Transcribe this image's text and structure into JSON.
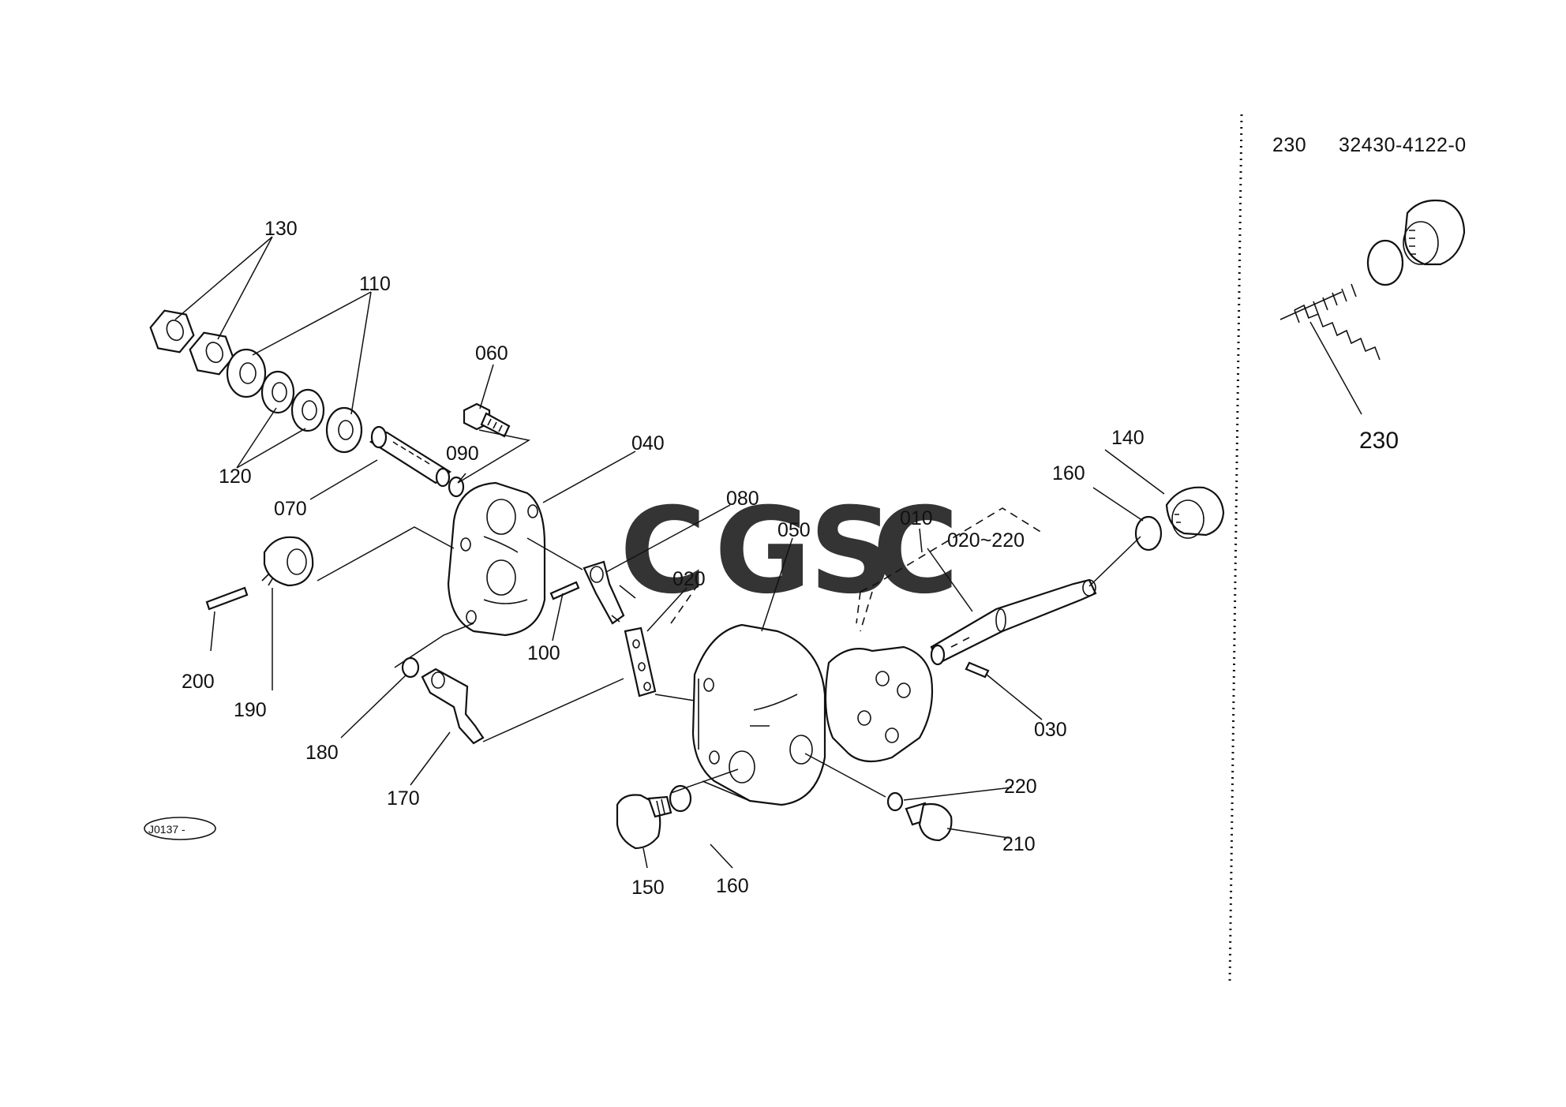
{
  "diagram": {
    "labels": {
      "l130": "130",
      "l110": "110",
      "l120": "120",
      "l070": "070",
      "l060": "060",
      "l090": "090",
      "l040": "040",
      "l080": "080",
      "l050": "050",
      "l010": "010",
      "l020_220": "020~220",
      "l020": "020",
      "l100": "100",
      "l190": "190",
      "l200": "200",
      "l180": "180",
      "l170": "170",
      "l150": "150",
      "l160a": "160",
      "l160b": "160",
      "l140": "140",
      "l030": "030",
      "l220": "220",
      "l210": "210"
    },
    "stamp": "J0137 - ",
    "inset": {
      "part_no": "230",
      "part_code": "32430-4122-0",
      "callout": "230"
    },
    "watermark": {
      "letters": [
        "C",
        "G",
        "S",
        "C"
      ],
      "colors": [
        "#8fb4f5",
        "#f3a3a0",
        "#f8df8c",
        "#8fcaa7"
      ]
    }
  }
}
